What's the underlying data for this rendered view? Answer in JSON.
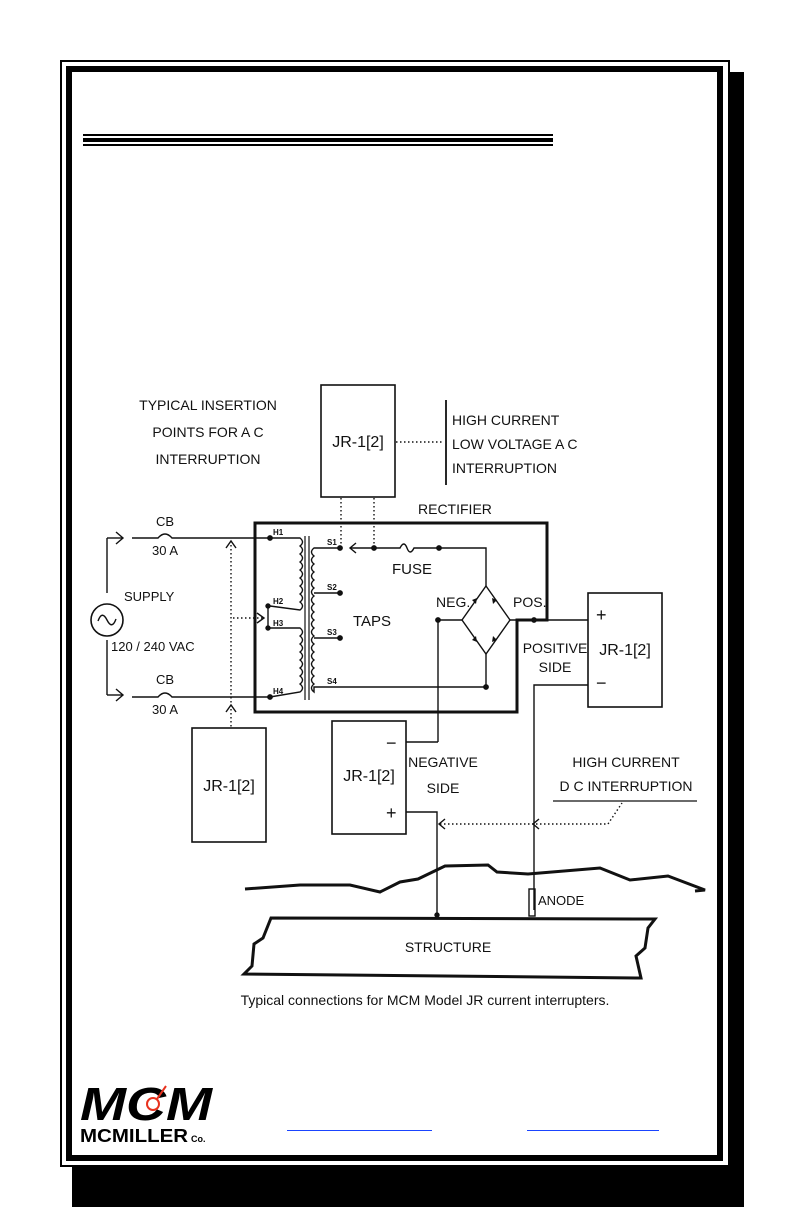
{
  "page": {
    "header_title": "",
    "figure_caption": "Typical connections for MCM Model JR current interrupters."
  },
  "diagram": {
    "labels": {
      "insertion_ac": [
        "TYPICAL INSERTION",
        "POINTS FOR A C",
        "INTERRUPTION"
      ],
      "high_current_ac": [
        "HIGH CURRENT",
        "LOW VOLTAGE A C",
        "INTERRUPTION"
      ],
      "rectifier": "RECTIFIER",
      "cb_top": "CB",
      "cb_top_rating": "30 A",
      "cb_bottom": "CB",
      "cb_bottom_rating": "30 A",
      "supply": "SUPPLY",
      "supply_voltage": "120 / 240 VAC",
      "fuse": "FUSE",
      "taps": "TAPS",
      "neg": "NEG.",
      "pos": "POS.",
      "positive_side": [
        "POSITIVE",
        "SIDE"
      ],
      "negative_side": [
        "NEGATIVE",
        "SIDE"
      ],
      "high_current_dc": [
        "HIGH CURRENT",
        "D C INTERRUPTION"
      ],
      "anode": "ANODE",
      "structure": "STRUCTURE",
      "primary_taps": [
        "H1",
        "H2",
        "H3",
        "H4"
      ],
      "secondary_taps": [
        "S1",
        "S2",
        "S3",
        "S4"
      ]
    },
    "interrupters": {
      "top": "JR-1[2]",
      "ac_line": "JR-1[2]",
      "negative": "JR-1[2]",
      "positive": "JR-1[2]",
      "plus": "+",
      "minus": "−"
    }
  },
  "footer": {
    "logo_top": "MCM",
    "logo_bottom": "MCMILLER",
    "logo_suffix": "Co.",
    "link_1": "",
    "link_2": ""
  },
  "colors": {
    "logo_accent": "#e8321e",
    "link": "#1a44ff"
  }
}
